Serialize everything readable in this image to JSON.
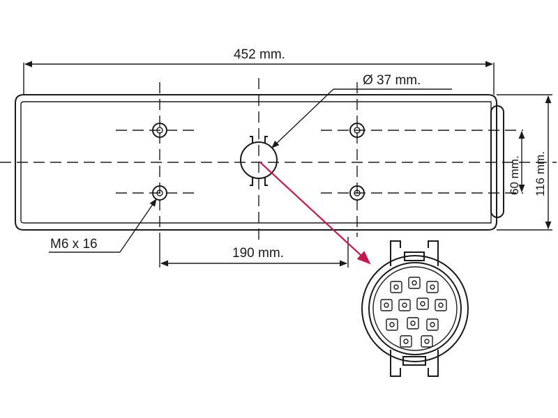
{
  "dimensions": {
    "overall_length": "452 mm.",
    "hole_diameter": "Ø 37 mm.",
    "bolt_spacing_horizontal": "190 mm.",
    "bolt_spacing_vertical": "60 mm.",
    "overall_height": "116 mm.",
    "bolt_size": "M6 x 16"
  },
  "colors": {
    "line": "#1a1a1a",
    "leader_accent": "#c8174f",
    "background": "#ffffff"
  }
}
